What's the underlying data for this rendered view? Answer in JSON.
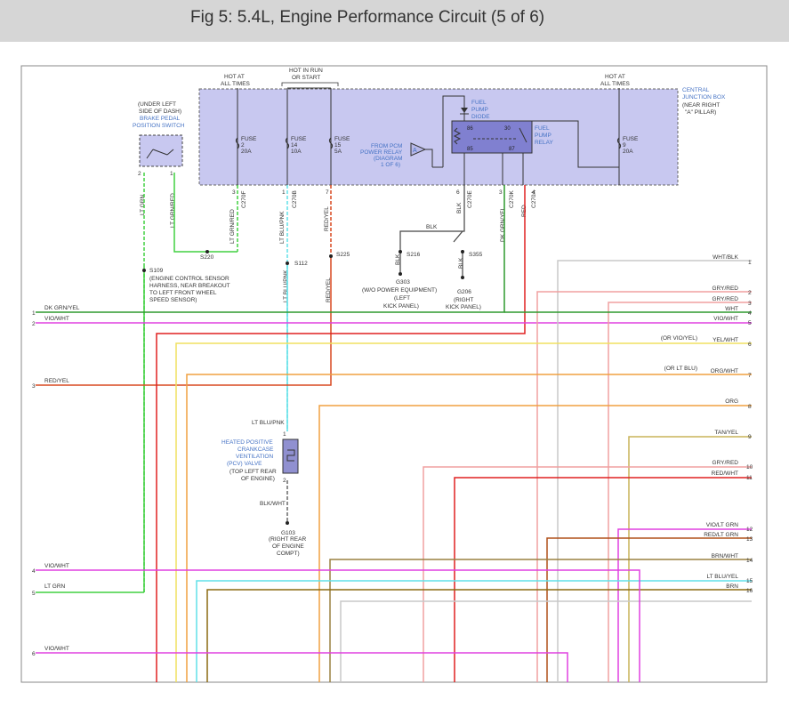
{
  "title": "Fig 5: 5.4L, Engine Performance Circuit (5 of 6)",
  "colors": {
    "dk_grn_yel": "#2e9a2e",
    "vio_wht": "#e040e0",
    "red": "#e02020",
    "red_yel": "#d84820",
    "yellow": "#f0e060",
    "orange": "#f0a040",
    "lt_blu": "#60e0e8",
    "lt_grn": "#40d040",
    "grey": "#c8c8c8",
    "pink": "#f0a0a0",
    "tan": "#c8b458",
    "brown": "#8b6a10",
    "cjb_fill": "#c8c8f0",
    "blue_text": "#4472c4"
  },
  "cjb": {
    "label": [
      "CENTRAL",
      "JUNCTION BOX",
      "(NEAR RIGHT",
      "\"A\" PILLAR)"
    ],
    "hot_at_all_times_1": [
      "HOT AT",
      "ALL TIMES"
    ],
    "hot_in_run": [
      "HOT IN RUN",
      "OR START"
    ],
    "hot_at_all_times_2": [
      "HOT AT",
      "ALL TIMES"
    ],
    "fuses": [
      {
        "name": "FUSE",
        "num": "2",
        "amp": "20A"
      },
      {
        "name": "FUSE",
        "num": "14",
        "amp": "10A"
      },
      {
        "name": "FUSE",
        "num": "15",
        "amp": "5A"
      },
      {
        "name": "FUSE",
        "num": "9",
        "amp": "20A"
      }
    ],
    "diode_label": [
      "FUEL",
      "PUMP",
      "DIODE"
    ],
    "relay_label": [
      "FUEL",
      "PUMP",
      "RELAY"
    ],
    "from_pcm": [
      "FROM PCM",
      "POWER RELAY",
      "(DIAGRAM",
      "1 OF 6)"
    ],
    "arrow_letter": "A",
    "relay_pins": [
      "86",
      "30",
      "85",
      "87"
    ]
  },
  "connectors": {
    "c270f_pin": "3",
    "c270f": "C270F",
    "c270b_pin": "1",
    "c270b": "C270B",
    "pin7": "7",
    "c270e_pin": "6",
    "c270e": "C270E",
    "c270k_pin": "3",
    "c270k": "C270K",
    "c270a_pin": "4",
    "c270a": "C270A"
  },
  "brake_switch": {
    "label": [
      "(UNDER LEFT",
      "SIDE OF DASH)",
      "BRAKE PEDAL",
      "POSITION SWITCH"
    ],
    "pin1": "1",
    "pin2": "2"
  },
  "wire_labels": {
    "lt_grn": "LT GRN",
    "lt_grn_red": "LT GRN/RED",
    "lt_blu_pnk": "LT BLU/PNK",
    "red_yel": "RED/YEL",
    "blk1": "BLK",
    "blk2": "BLK",
    "blk3": "BLK",
    "blk4": "BLK",
    "dk_grn_yel_v": "DK GRN/YEL",
    "red_v": "RED",
    "lt_blu_pnk2": "LT BLU/PNK",
    "red_yel2": "RED/YEL",
    "lt_blu_pnk3": "LT BLU/PNK",
    "blk_wht": "BLK/WHT"
  },
  "splices": {
    "s220": "S220",
    "s225": "S225",
    "s112": "S112",
    "s216": "S216",
    "s355": "S355",
    "s109": "S109"
  },
  "grounds": {
    "g303": [
      "G303",
      "(W/O POWER EQUIPMENT)",
      "(LEFT",
      "KICK PANEL)"
    ],
    "g206": [
      "G206",
      "(RIGHT",
      "KICK PANEL)"
    ],
    "g103": [
      "G103",
      "(RIGHT REAR",
      "OF ENGINE",
      "COMPT)"
    ]
  },
  "s109_note": [
    "(ENGINE CONTROL SENSOR",
    "HARNESS, NEAR BREAKOUT",
    "TO LEFT FRONT WHEEL",
    "SPEED SENSOR)"
  ],
  "pcv": {
    "label": [
      "HEATED POSITIVE",
      "CRANKCASE",
      "VENTILATION",
      "(PCV) VALVE"
    ],
    "location": [
      "(TOP LEFT REAR",
      "OF ENGINE)"
    ],
    "pin1": "1",
    "pin2": "2"
  },
  "left_rows": [
    {
      "num": "1",
      "label": "DK GRN/YEL"
    },
    {
      "num": "2",
      "label": "VIO/WHT"
    },
    {
      "num": "3",
      "label": "RED/YEL"
    },
    {
      "num": "4",
      "label": "VIO/WHT"
    },
    {
      "num": "5",
      "label": "LT GRN"
    },
    {
      "num": "6",
      "label": "VIO/WHT"
    }
  ],
  "right_rows": [
    {
      "num": "1",
      "label": "WHT/BLK",
      "note": ""
    },
    {
      "num": "2",
      "label": "GRY/RED",
      "note": ""
    },
    {
      "num": "3",
      "label": "GRY/RED",
      "note": ""
    },
    {
      "num": "4",
      "label": "WHT",
      "note": ""
    },
    {
      "num": "5",
      "label": "VIO/WHT",
      "note": ""
    },
    {
      "num": "6",
      "label": "YEL/WHT",
      "note": "(OR VIO/YEL)"
    },
    {
      "num": "7",
      "label": "ORG/WHT",
      "note": "(OR LT BLU)"
    },
    {
      "num": "8",
      "label": "ORG",
      "note": ""
    },
    {
      "num": "9",
      "label": "TAN/YEL",
      "note": ""
    },
    {
      "num": "10",
      "label": "GRY/RED",
      "note": ""
    },
    {
      "num": "11",
      "label": "RED/WHT",
      "note": ""
    },
    {
      "num": "12",
      "label": "VIO/LT GRN",
      "note": ""
    },
    {
      "num": "13",
      "label": "RED/LT GRN",
      "note": ""
    },
    {
      "num": "14",
      "label": "BRN/WHT",
      "note": ""
    },
    {
      "num": "15",
      "label": "LT BLU/YEL",
      "note": ""
    },
    {
      "num": "16",
      "label": "BRN",
      "note": ""
    }
  ]
}
